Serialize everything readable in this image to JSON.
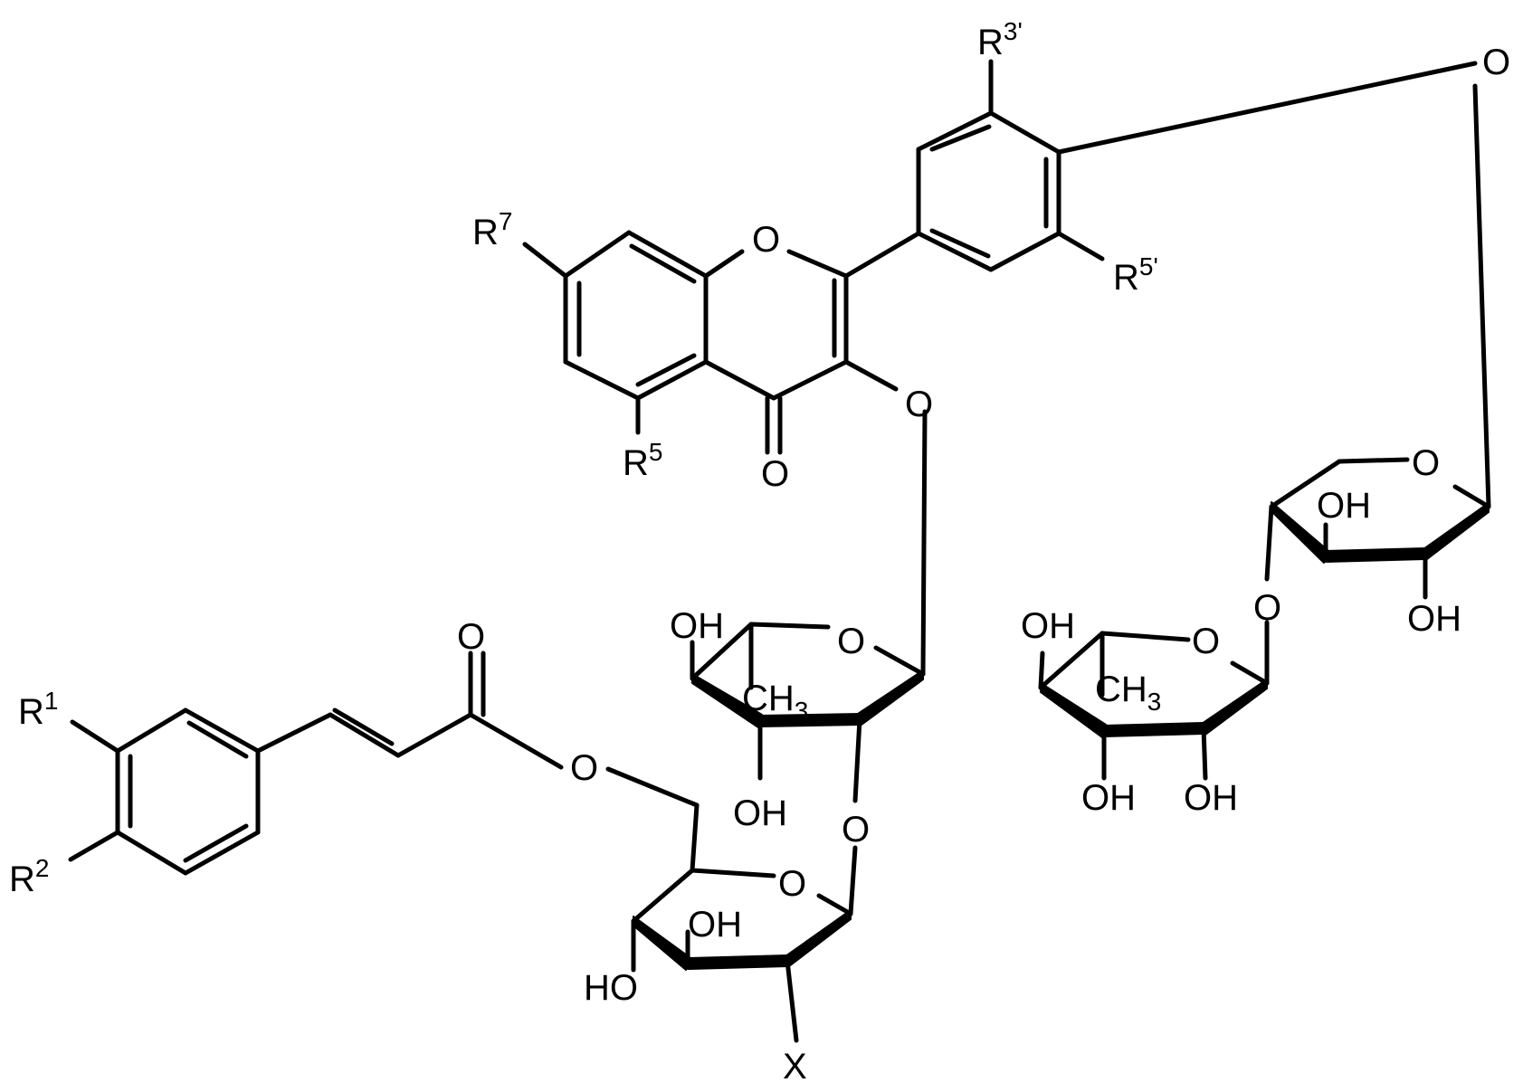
{
  "colors": {
    "ink": "#000000",
    "background": "#ffffff"
  },
  "labels": {
    "r7": "R",
    "r7_sup": "7",
    "r5": "R",
    "r5_sup": "5",
    "r3p": "R",
    "r3p_sup": "3'",
    "r5p": "R",
    "r5p_sup": "5'",
    "r1": "R",
    "r1_sup": "1",
    "r2": "R",
    "r2_sup": "2",
    "x": "X",
    "o_ring_c": "O",
    "o_carbonyl": "O",
    "o_link_3": "O",
    "o_link_4p": "O",
    "o_ester_carbonyl": "O",
    "o_ester": "O",
    "o_rha1_ring": "O",
    "o_link_rha1_glc": "O",
    "o_glc_ring": "O",
    "o_xyl_ring": "O",
    "o_link_xyl_rha2": "O",
    "o_rha2_ring": "O",
    "oh_rha1_4": "OH",
    "oh_rha1_3": "OH",
    "ch3_rha1": "CH",
    "ch3_rha1_sub": "3",
    "oh_glc_3": "OH",
    "ho_glc_4": "HO",
    "oh_xyl_3": "OH",
    "oh_xyl_2": "OH",
    "oh_rha2_4": "OH",
    "oh_rha2_3": "OH",
    "oh_rha2_2": "OH",
    "ch3_rha2": "CH",
    "ch3_rha2_sub": "3"
  }
}
